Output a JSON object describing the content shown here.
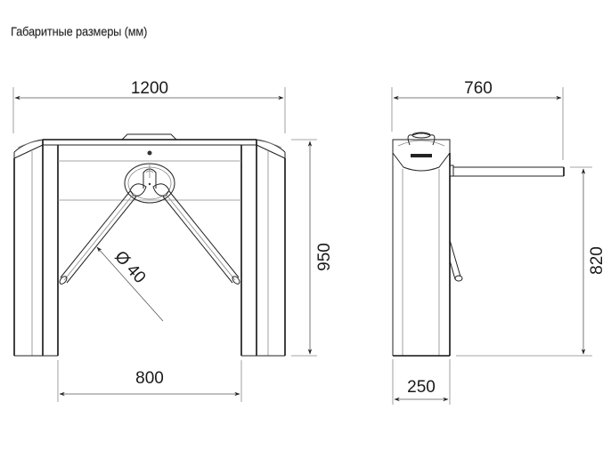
{
  "title": "Габаритные размеры (мм)",
  "front_view": {
    "width_label": "1200",
    "height_label": "950",
    "passage_label": "800",
    "diameter_label": "Ø 40"
  },
  "side_view": {
    "depth_label": "760",
    "arm_height_label": "820",
    "base_label": "250"
  },
  "colors": {
    "line": "#222222",
    "dimension": "#555555",
    "background": "#ffffff"
  }
}
